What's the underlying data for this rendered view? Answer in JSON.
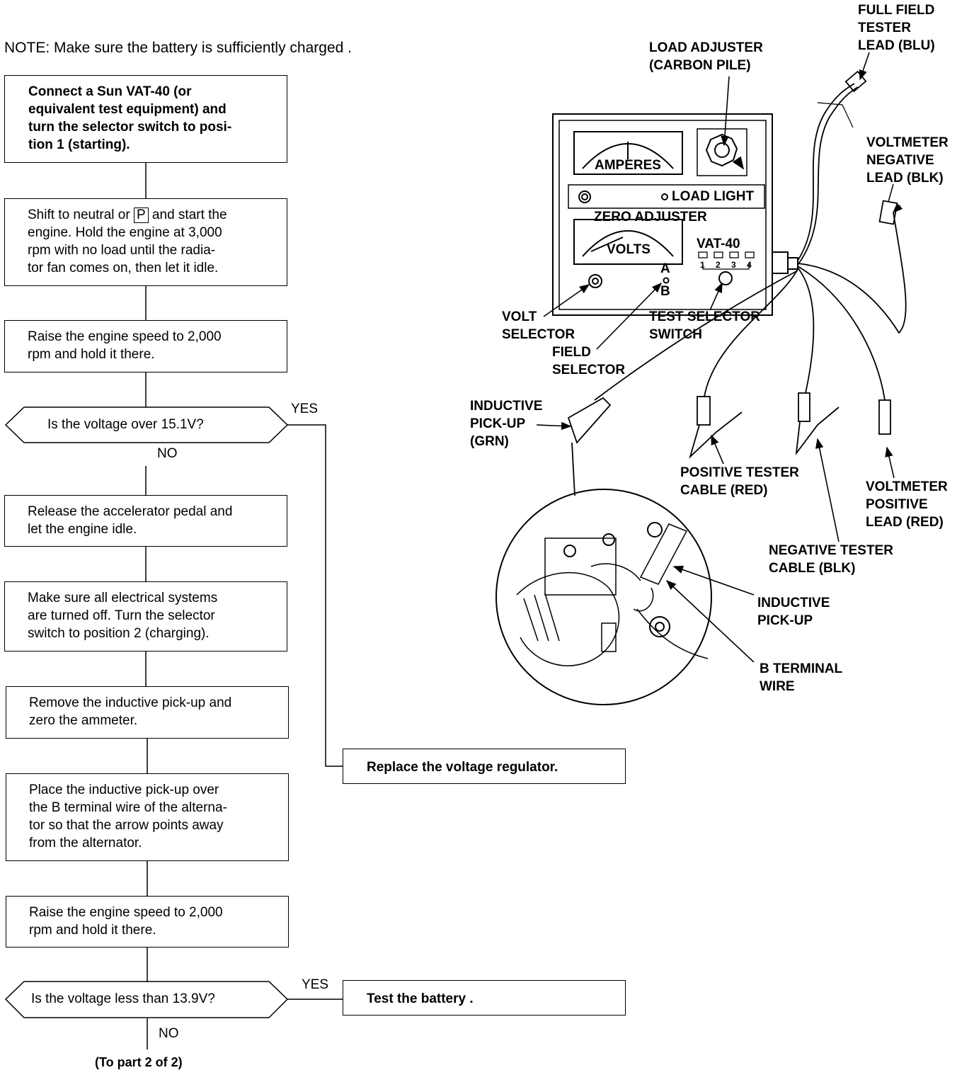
{
  "note": "NOTE:  Make sure the battery is sufficiently charged .",
  "flowchart": {
    "step1": [
      "Connect  a  Sun  VAT-40  (or",
      "equivalent test equipment) and",
      "turn the selector switch to posi-",
      "tion 1 (starting)."
    ],
    "step2": {
      "line1_pre": "Shift to neutral or ",
      "gear": "P",
      "line1_post": " and start the",
      "rest": [
        "engine. Hold the engine at 3,000",
        "rpm with no load until the radia-",
        "tor fan comes on, then let it idle."
      ]
    },
    "step3": [
      "Raise the engine speed to 2,000",
      "rpm and hold it there."
    ],
    "decision1": "Is the voltage over 15.1V?",
    "decision1_yes": "YES",
    "decision1_no": "NO",
    "step4": [
      "Release the accelerator pedal and",
      "let the engine idle."
    ],
    "step5": [
      "Make sure all electrical systems",
      "are turned off. Turn the selector",
      "switch to position 2 (charging)."
    ],
    "step6": [
      "Remove the inductive pick-up and",
      "zero the ammeter."
    ],
    "step7": [
      "Place the inductive pick-up over",
      "the B terminal wire of the alterna-",
      "tor so that the arrow points away",
      "from the alternator."
    ],
    "step8": [
      "Raise the engine speed to 2,000",
      "rpm and hold it there."
    ],
    "decision2": "Is the voltage less than 13.9V?",
    "decision2_yes": "YES",
    "decision2_no": "NO",
    "result_regulator": "Replace the voltage regulator.",
    "result_battery": "Test the battery .",
    "continuation": "(To part 2 of 2)"
  },
  "illustration": {
    "full_field": [
      "FULL FIELD",
      "TESTER",
      "LEAD (BLU)"
    ],
    "load_adjuster": [
      "LOAD ADJUSTER",
      "(CARBON PILE)"
    ],
    "voltmeter_negative": [
      "VOLTMETER",
      "NEGATIVE",
      "LEAD (BLK)"
    ],
    "amperes": "AMPERES",
    "load_light": "LOAD LIGHT",
    "zero_adjuster": "ZERO ADJUSTER",
    "volts": "VOLTS",
    "model": "VAT-40",
    "positions": [
      "1",
      "2",
      "3",
      "4"
    ],
    "field_a": "A",
    "field_b": "B",
    "volt_selector": [
      "VOLT",
      "SELECTOR"
    ],
    "field_selector": [
      "FIELD",
      "SELECTOR"
    ],
    "test_selector": [
      "TEST SELECTOR",
      "SWITCH"
    ],
    "inductive_pickup_grn": [
      "INDUCTIVE",
      "PICK-UP",
      "(GRN)"
    ],
    "positive_tester": [
      "POSITIVE TESTER",
      "CABLE (RED)"
    ],
    "voltmeter_positive": [
      "VOLTMETER",
      "POSITIVE",
      "LEAD (RED)"
    ],
    "negative_tester": [
      "NEGATIVE TESTER",
      "CABLE (BLK)"
    ],
    "inductive_pickup": [
      "INDUCTIVE",
      "PICK-UP"
    ],
    "b_terminal": [
      "B TERMINAL",
      "WIRE"
    ]
  }
}
